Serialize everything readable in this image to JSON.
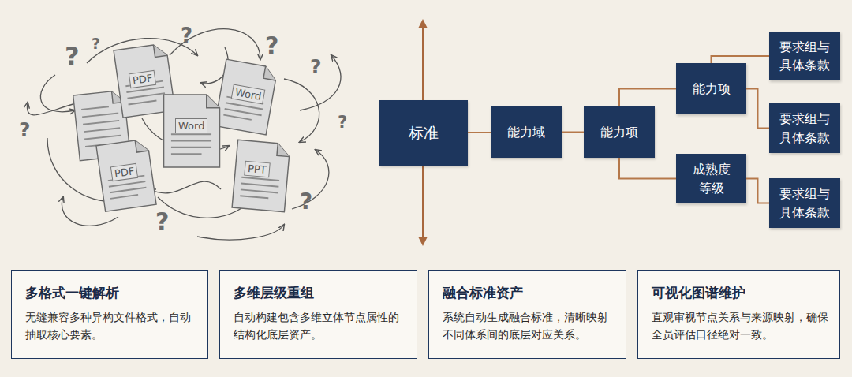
{
  "diagram": {
    "nodes": [
      {
        "text": [
          "标准"
        ]
      },
      {
        "text": [
          "能力域"
        ]
      },
      {
        "text": [
          "能力项"
        ]
      },
      {
        "text": [
          "能力项"
        ]
      },
      {
        "text": [
          "成熟度 等级"
        ]
      },
      {
        "text": [
          "要求组与 具体条款"
        ]
      },
      {
        "text": [
          "要求组与 具体条款"
        ]
      },
      {
        "text": [
          "要求组与 具体条款"
        ]
      },
      {
        "text": [
          "多格式一键解析",
          "无缝兼容多种异构文件格式，自动抽取核心要素。"
        ]
      },
      {
        "text": [
          "多维层级重组",
          "自动构建包含多维立体节点属性的结构化底层资产。"
        ]
      },
      {
        "text": [
          "融合标准资产",
          "系统自动生成融合标准，清晰映射不同体系间的底层对应关系。"
        ]
      },
      {
        "text": [
          "可视化图谱维护",
          "直观审视节点关系与来源映射，确保全员评估口径绝对一致。"
        ]
      }
    ],
    "edges": [
      {
        "from": 0,
        "to": 1,
        "arrow": "none"
      },
      {
        "from": 1,
        "to": 2,
        "arrow": "none"
      },
      {
        "from": 2,
        "to": 3,
        "arrow": "none"
      },
      {
        "from": 2,
        "to": 4,
        "arrow": "none"
      },
      {
        "from": 3,
        "to": 5,
        "arrow": "none"
      },
      {
        "from": 3,
        "to": 6,
        "arrow": "none"
      },
      {
        "from": 4,
        "to": 7,
        "arrow": "none"
      }
    ],
    "labels": [
      "PDF",
      "Word",
      "Word",
      "PDF",
      "PPT",
      "?",
      "?",
      "?",
      "?",
      "?",
      "?",
      "?",
      "?",
      "?"
    ]
  }
}
